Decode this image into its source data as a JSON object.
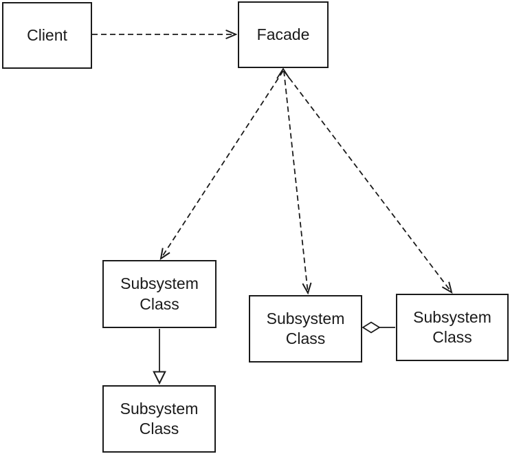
{
  "diagram": {
    "type": "uml-class-diagram",
    "pattern": "Facade",
    "nodes": [
      {
        "id": "client",
        "label": "Client"
      },
      {
        "id": "facade",
        "label": "Facade"
      },
      {
        "id": "subsystem-left",
        "label": "Subsystem\nClass"
      },
      {
        "id": "subsystem-bottom",
        "label": "Subsystem\nClass"
      },
      {
        "id": "subsystem-middle",
        "label": "Subsystem\nClass"
      },
      {
        "id": "subsystem-right",
        "label": "Subsystem\nClass"
      }
    ],
    "edges": [
      {
        "from": "client",
        "to": "facade",
        "style": "dashed",
        "head": "open-arrow"
      },
      {
        "from": "facade",
        "to": "subsystem-left",
        "style": "dashed",
        "head": "open-arrow"
      },
      {
        "from": "facade",
        "to": "subsystem-middle",
        "style": "dashed",
        "head": "open-arrow"
      },
      {
        "from": "facade",
        "to": "subsystem-right",
        "style": "dashed",
        "head": "open-arrow"
      },
      {
        "from": "subsystem-left",
        "to": "subsystem-bottom",
        "style": "solid",
        "head": "hollow-triangle"
      },
      {
        "from": "subsystem-right",
        "to": "subsystem-middle",
        "style": "solid",
        "head": "hollow-diamond"
      }
    ],
    "junction": {
      "at": "facade-bottom-edge",
      "arrowhead": "open-arrow-up",
      "note": "three dashed lines converge at an up-pointing open arrowhead on the bottom edge of Facade"
    },
    "colors": {
      "line": "#1a1a1a",
      "box_border": "#1a1a1a",
      "box_fill": "#ffffff",
      "text": "#1a1a1a",
      "background": "#ffffff"
    }
  }
}
